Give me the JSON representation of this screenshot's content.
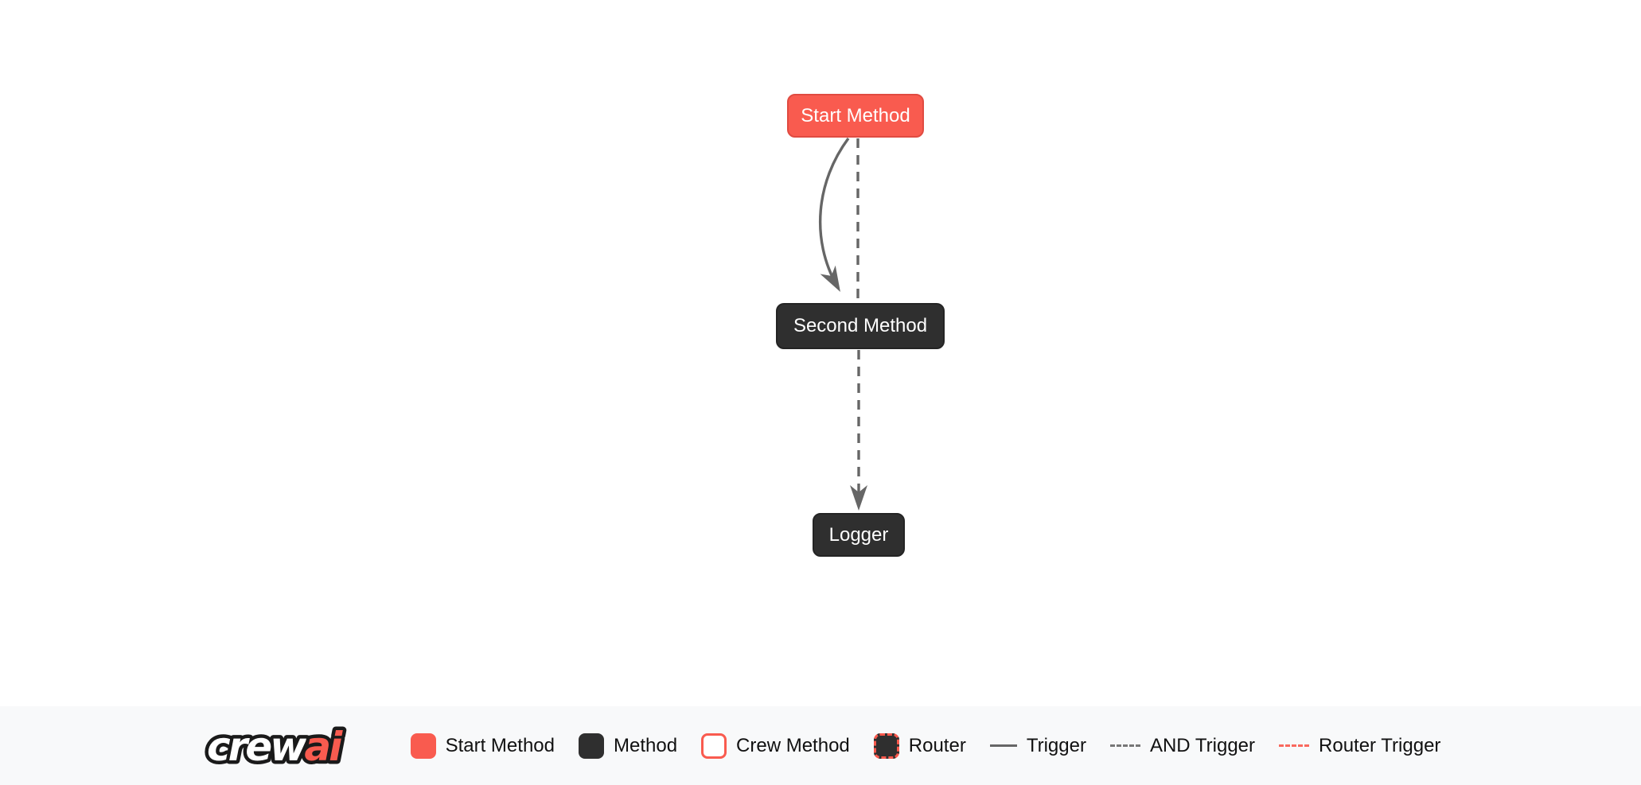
{
  "diagram": {
    "nodes": [
      {
        "id": "start_method",
        "label": "Start Method",
        "type": "start-method"
      },
      {
        "id": "second_method",
        "label": "Second Method",
        "type": "method"
      },
      {
        "id": "logger",
        "label": "Logger",
        "type": "method"
      }
    ],
    "edges": [
      {
        "from": "start_method",
        "to": "second_method",
        "style": "solid-curved",
        "type": "trigger"
      },
      {
        "from": "start_method",
        "to": "logger",
        "style": "dashed",
        "type": "and-trigger"
      },
      {
        "from": "second_method",
        "to": "logger",
        "style": "dashed-arrow",
        "type": "and-trigger"
      }
    ]
  },
  "legend": {
    "logo": {
      "crew": "crew",
      "ai": "ai"
    },
    "items": [
      {
        "label": "Start Method",
        "swatch": "start-method-swatch"
      },
      {
        "label": "Method",
        "swatch": "method-swatch"
      },
      {
        "label": "Crew Method",
        "swatch": "crew-method-swatch"
      },
      {
        "label": "Router",
        "swatch": "router-swatch"
      },
      {
        "label": "Trigger",
        "swatch": "solid-line"
      },
      {
        "label": "AND Trigger",
        "swatch": "dashed-line"
      },
      {
        "label": "Router Trigger",
        "swatch": "dashed-red-line"
      }
    ]
  },
  "colors": {
    "accent_red": "#F95B4F",
    "accent_red_border": "#E04B41",
    "node_dark": "#2F2F2F",
    "node_text": "#FFFFFF",
    "edge_gray": "#666666",
    "legend_background": "#F8F9FA",
    "legend_text": "#111111",
    "canvas_background": "#FFFFFF"
  }
}
